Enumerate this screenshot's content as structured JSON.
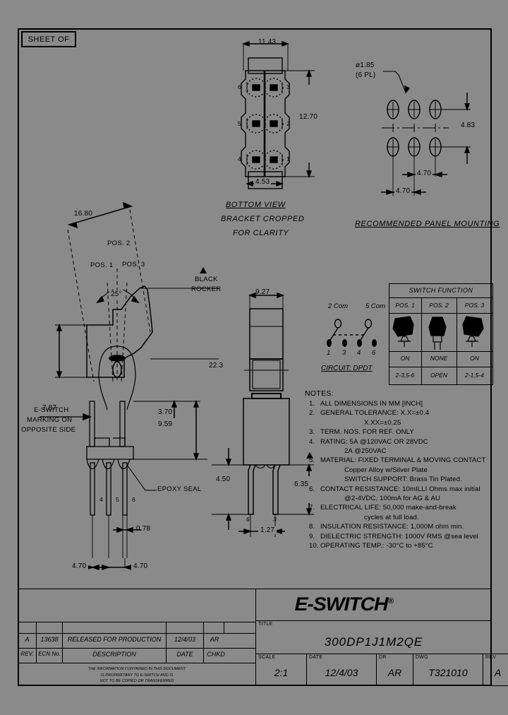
{
  "sheet_label": "SHEET  OF",
  "views": {
    "bottom_view": {
      "caption_line1": "BOTTOM VIEW",
      "caption_line2": "BRACKET CROPPED",
      "caption_line3": "FOR CLARITY",
      "dim_width": "11.43",
      "dim_height": "12.70",
      "dim_bottom": "4.53",
      "terminal_numbers": [
        "6",
        "3",
        "5",
        "2",
        "4",
        "1"
      ]
    },
    "panel_mounting": {
      "caption": "RECOMMENDED PANEL MOUNTING",
      "hole_dia": "ø1.85",
      "hole_qty": "(6 PL)",
      "dim_vertical": "4.83",
      "dim_horizontal_1": "4.70",
      "dim_horizontal_2": "4.70"
    },
    "side_view": {
      "dim_travel": "16.80",
      "dim_height": "7.87",
      "angle": "25°",
      "pos1": "POS. 1",
      "pos2": "POS. 2",
      "pos3": "POS. 3",
      "rocker_note_line1": "BLACK",
      "rocker_note_line2": "ROCKER",
      "marking_line1": "E-SWITCH",
      "marking_line2": "MARKING ON",
      "marking_line3": "OPPOSITE SIDE",
      "epoxy_seal": "EPOXY SEAL",
      "dim_370": "3.70",
      "dim_959": "9.59",
      "dim_078": "0.78",
      "dim_470_left": "4.70",
      "dim_470_right": "4.70",
      "terminal_numbers": [
        "4",
        "5",
        "6"
      ]
    },
    "front_view": {
      "dim_width": "9.27",
      "dim_overall": "22.3",
      "dim_450": "4.50",
      "dim_635": "6.35",
      "dim_127": "1.27",
      "terminal_numbers": [
        "6",
        "3"
      ]
    }
  },
  "switch_function": {
    "title": "SWITCH FUNCTION",
    "columns": [
      "POS. 1",
      "POS. 2",
      "POS. 3"
    ],
    "state_row": [
      "ON",
      "NONE",
      "ON"
    ],
    "circuit_row": [
      "2-3,5-6",
      "OPEN",
      "2-1,5-4"
    ]
  },
  "circuit": {
    "label": "CIRCUIT:   DPDT",
    "com_left": "2 Com",
    "com_right": "5 Com",
    "terminals": [
      "1",
      "3",
      "4",
      "6"
    ]
  },
  "notes": {
    "header": "NOTES:",
    "items": [
      {
        "num": "1.",
        "text": "ALL DIMENSIONS IN MM [INCH]"
      },
      {
        "num": "2.",
        "text": "GENERAL TOLERANCE: X.X=±0.4",
        "cont2": "X.XX=±0.25"
      },
      {
        "num": "3.",
        "text": "TERM. NOS. FOR REF. ONLY"
      },
      {
        "num": "4.",
        "text": "RATING: 5A @120VAC OR 28VDC",
        "cont": "2A @250VAC"
      },
      {
        "num": "5.",
        "text": "MATERIAL: FIXED TERMINAL & MOVING CONTACT",
        "cont": "Copper Alloy w/Silver Plate",
        "cont_b": "SWITCH SUPPORT: Brass Tin Plated."
      },
      {
        "num": "6.",
        "text": "CONTACT RESISTANCE: 10mILLI Ohms max initial",
        "cont": "@2-4VDC, 100mA for AG & AU"
      },
      {
        "num": "7.",
        "text": "ELECTRICAL LIFE: 50,000 make-and-break",
        "cont2": "cycles at full load."
      },
      {
        "num": "8.",
        "text": "INSULATION RESISTANCE: 1,000M ohm min."
      },
      {
        "num": "9.",
        "text": "DIELECTRIC STRENGTH: 1000V RMS @sea level"
      },
      {
        "num": "10.",
        "text": "OPERATING TEMP.: -30°C to +85°C"
      }
    ]
  },
  "title_block": {
    "brand": "E-SWITCH",
    "brand_mark": "®",
    "title_label": "TITLE",
    "part_number": "300DP1J1M2QE",
    "scale_label": "SCALE",
    "scale_value": "2:1",
    "date_label": "DATE",
    "date_value": "12/4/03",
    "dr_label": "DR",
    "dr_value": "AR",
    "dwg_label": "DWG",
    "dwg_value": "T321010",
    "rev_label": "REV",
    "rev_value": "A",
    "revision_table": {
      "headers": [
        "REV.",
        "ECN No.",
        "DESCRIPTION",
        "DATE",
        "CHKD"
      ],
      "rows": [
        {
          "rev": "A",
          "ecn": "13638",
          "description": "RELEASED FOR PRODUCTION",
          "date": "12/4/03",
          "chkd": "AR"
        }
      ]
    },
    "proprietary_line1": "THE INFORMATION CONTAINED IN THIS DOCUMENT",
    "proprietary_line2": "IS PROPRIETARY TO E-SWITCH AND IS",
    "proprietary_line3": "NOT TO BE COPIED OR TRANSFERRED"
  }
}
